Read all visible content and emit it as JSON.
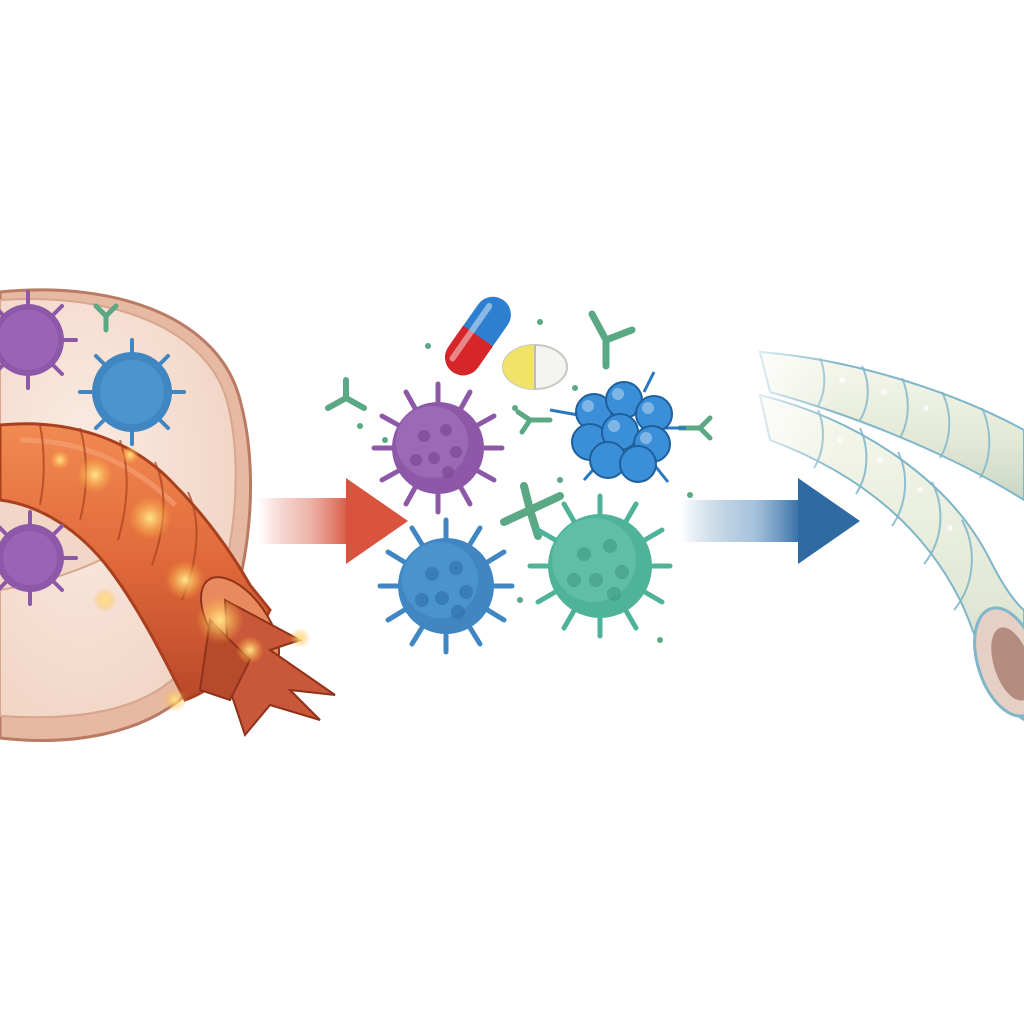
{
  "diagram": {
    "panels": [
      {
        "id": "inflamed-tissue"
      },
      {
        "id": "treatment-agents"
      },
      {
        "id": "healthy-vessel"
      }
    ],
    "colors": {
      "tissue_fill": "#f4ddd0",
      "tissue_rim": "#e7b9a3",
      "inflamed_vessel": "#e0693a",
      "inflamed_vessel_dark": "#a8401f",
      "glow": "#ffc94a",
      "arrow_left": "#d9533f",
      "arrow_right": "#2f6aa3",
      "virus_purple": "#8d58a8",
      "virus_blue": "#3f86c2",
      "virus_teal": "#4fb39a",
      "cluster_blue": "#3a8fd8",
      "antibody_green": "#5aa884",
      "capsule_red": "#d6262a",
      "capsule_blue": "#2f7fd1",
      "tablet_yellow": "#f1e36a",
      "healthy_vessel": "#e8ecdd",
      "healthy_vessel_edge": "#7fb6c9"
    },
    "icons": [
      "virus",
      "antibody",
      "capsule",
      "tablet",
      "protein-cluster",
      "arrow"
    ]
  }
}
